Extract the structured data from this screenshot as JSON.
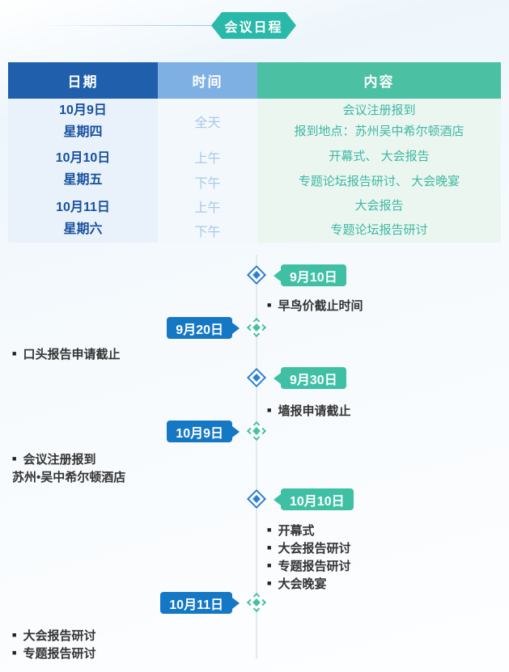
{
  "header": {
    "title": "会议日程"
  },
  "icons": {
    "bullet": "■"
  },
  "colors": {
    "header_date_bg": "#1f5fac",
    "header_time_bg": "#7fb0e4",
    "header_content_bg": "#4bc0a2",
    "ribbon_badge_bg": "#2ab9a9",
    "timeline_badge_blue": "#1578c5",
    "timeline_badge_teal": "#3fc0a5"
  },
  "table": {
    "headers": [
      {
        "label": "日期"
      },
      {
        "label": "时间"
      },
      {
        "label": "内容"
      }
    ],
    "rows": [
      {
        "date_line1": "10月9日",
        "date_line2": "星期四",
        "slots": [
          {
            "time": "全天",
            "lines": [
              "会议注册报到",
              "报到地点：苏州吴中希尔顿酒店"
            ]
          }
        ]
      },
      {
        "date_line1": "10月10日",
        "date_line2": "星期五",
        "slots": [
          {
            "time": "上午",
            "lines": [
              "开幕式、 大会报告"
            ]
          },
          {
            "time": "下午",
            "lines": [
              "专题论坛报告研讨、 大会晚宴"
            ]
          }
        ]
      },
      {
        "date_line1": "10月11日",
        "date_line2": "星期六",
        "slots": [
          {
            "time": "上午",
            "lines": [
              "大会报告"
            ]
          },
          {
            "time": "下午",
            "lines": [
              "专题论坛报告研讨"
            ]
          }
        ]
      }
    ]
  },
  "timeline": {
    "items": [
      {
        "date": "9月10日",
        "side": "right",
        "notes": [
          {
            "text": "早鸟价截止时间",
            "bullet": true
          }
        ]
      },
      {
        "date": "9月20日",
        "side": "left",
        "notes": [
          {
            "text": "口头报告申请截止",
            "bullet": true
          }
        ]
      },
      {
        "date": "9月30日",
        "side": "right",
        "notes": [
          {
            "text": "墙报申请截止",
            "bullet": true
          }
        ]
      },
      {
        "date": "10月9日",
        "side": "left",
        "notes": [
          {
            "text": "会议注册报到",
            "bullet": true
          },
          {
            "text": "苏州•吴中希尔顿酒店",
            "bullet": false
          }
        ]
      },
      {
        "date": "10月10日",
        "side": "right",
        "notes": [
          {
            "text": "开幕式",
            "bullet": true
          },
          {
            "text": "大会报告研讨",
            "bullet": true
          },
          {
            "text": "专题报告研讨",
            "bullet": true
          },
          {
            "text": "大会晚宴",
            "bullet": true
          }
        ]
      },
      {
        "date": "10月11日",
        "side": "left",
        "notes": [
          {
            "text": "大会报告研讨",
            "bullet": true
          },
          {
            "text": "专题报告研讨",
            "bullet": true
          }
        ]
      }
    ]
  }
}
